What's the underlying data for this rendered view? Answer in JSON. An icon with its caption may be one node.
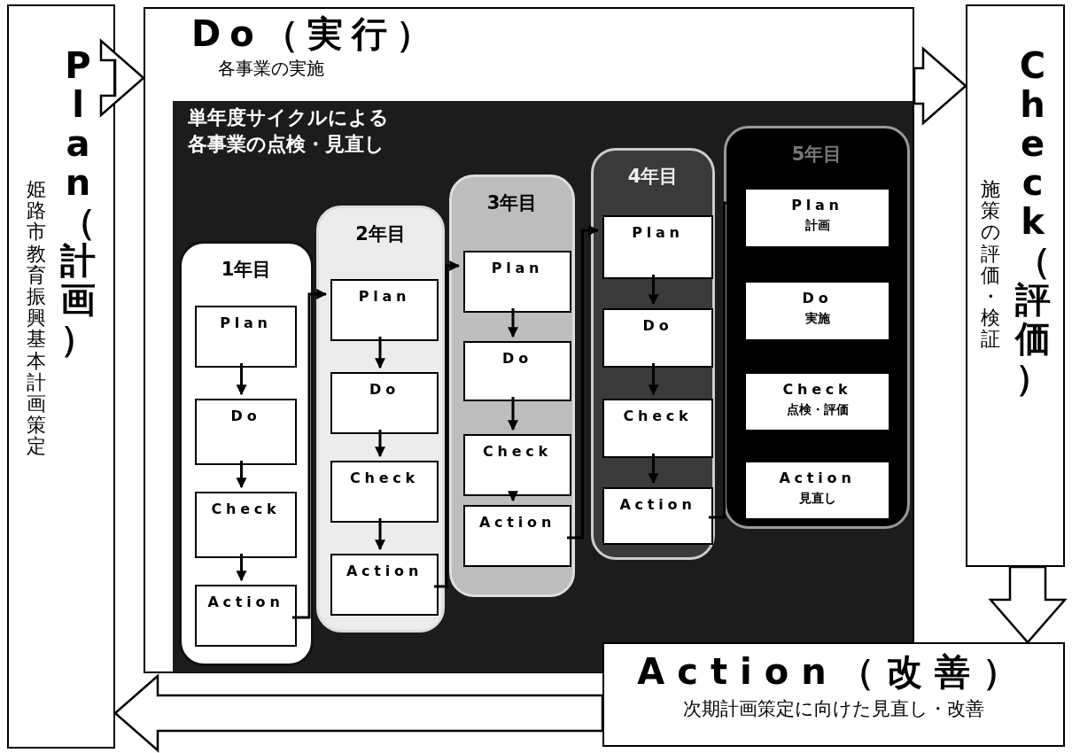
{
  "diagram": {
    "nodes": [
      {
        "text": [
          "姫路市教育振興基本計画策定",
          "Plan（計画）"
        ]
      },
      {
        "text": [
          "Do（実行）",
          "各事業の実施"
        ]
      },
      {
        "text": [
          "単年度サイクルによる各事業の点検・見直し"
        ],
        "in": 1
      },
      {
        "text": [
          "1年目"
        ],
        "in": 2
      },
      {
        "text": [
          "Plan"
        ],
        "in": 3
      },
      {
        "text": [
          "Do"
        ],
        "in": 3
      },
      {
        "text": [
          "Check"
        ],
        "in": 3
      },
      {
        "text": [
          "Action"
        ],
        "in": 3
      },
      {
        "text": [
          "2年目"
        ],
        "in": 2
      },
      {
        "text": [
          "Plan"
        ],
        "in": 8
      },
      {
        "text": [
          "Do"
        ],
        "in": 8
      },
      {
        "text": [
          "Check"
        ],
        "in": 8
      },
      {
        "text": [
          "Action"
        ],
        "in": 8
      },
      {
        "text": [
          "3年目"
        ],
        "in": 2
      },
      {
        "text": [
          "Plan"
        ],
        "in": 13
      },
      {
        "text": [
          "Do"
        ],
        "in": 13
      },
      {
        "text": [
          "Check"
        ],
        "in": 13
      },
      {
        "text": [
          "Action"
        ],
        "in": 13
      },
      {
        "text": [
          "4年目"
        ],
        "in": 2
      },
      {
        "text": [
          "Plan"
        ],
        "in": 18
      },
      {
        "text": [
          "Do"
        ],
        "in": 18
      },
      {
        "text": [
          "Check"
        ],
        "in": 18
      },
      {
        "text": [
          "Action"
        ],
        "in": 18
      },
      {
        "text": [
          "5年目"
        ],
        "in": 2
      },
      {
        "text": [
          "Plan",
          "計画"
        ],
        "in": 23
      },
      {
        "text": [
          "Do",
          "実施"
        ],
        "in": 23
      },
      {
        "text": [
          "Check",
          "点検・評価"
        ],
        "in": 23
      },
      {
        "text": [
          "Action",
          "見直し"
        ],
        "in": 23
      },
      {
        "text": [
          "施策の評価・検証",
          "Check（評価）"
        ]
      },
      {
        "text": [
          "Action（改善）",
          "次期計画策定に向けた見直し・改善"
        ]
      }
    ],
    "edges": [
      {
        "from": 0,
        "to": 1,
        "arrow": "to",
        "style": "thick"
      },
      {
        "from": 1,
        "to": 28,
        "arrow": "to",
        "style": "thick"
      },
      {
        "from": 28,
        "to": 29,
        "arrow": "to",
        "style": "thick"
      },
      {
        "from": 29,
        "to": 0,
        "arrow": "to",
        "style": "thick"
      },
      {
        "from": 4,
        "to": 5,
        "arrow": "to"
      },
      {
        "from": 5,
        "to": 6,
        "arrow": "to"
      },
      {
        "from": 6,
        "to": 7,
        "arrow": "to"
      },
      {
        "from": 7,
        "to": 9,
        "arrow": "to"
      },
      {
        "from": 9,
        "to": 10,
        "arrow": "to"
      },
      {
        "from": 10,
        "to": 11,
        "arrow": "to"
      },
      {
        "from": 11,
        "to": 12,
        "arrow": "to"
      },
      {
        "from": 12,
        "to": 14,
        "arrow": "to"
      },
      {
        "from": 14,
        "to": 15,
        "arrow": "to"
      },
      {
        "from": 15,
        "to": 16,
        "arrow": "to"
      },
      {
        "from": 16,
        "to": 17,
        "arrow": "to"
      },
      {
        "from": 17,
        "to": 19,
        "arrow": "to"
      },
      {
        "from": 19,
        "to": 20,
        "arrow": "to"
      },
      {
        "from": 20,
        "to": 21,
        "arrow": "to"
      },
      {
        "from": 21,
        "to": 22,
        "arrow": "to"
      },
      {
        "from": 22,
        "to": 24,
        "arrow": "to"
      }
    ]
  }
}
